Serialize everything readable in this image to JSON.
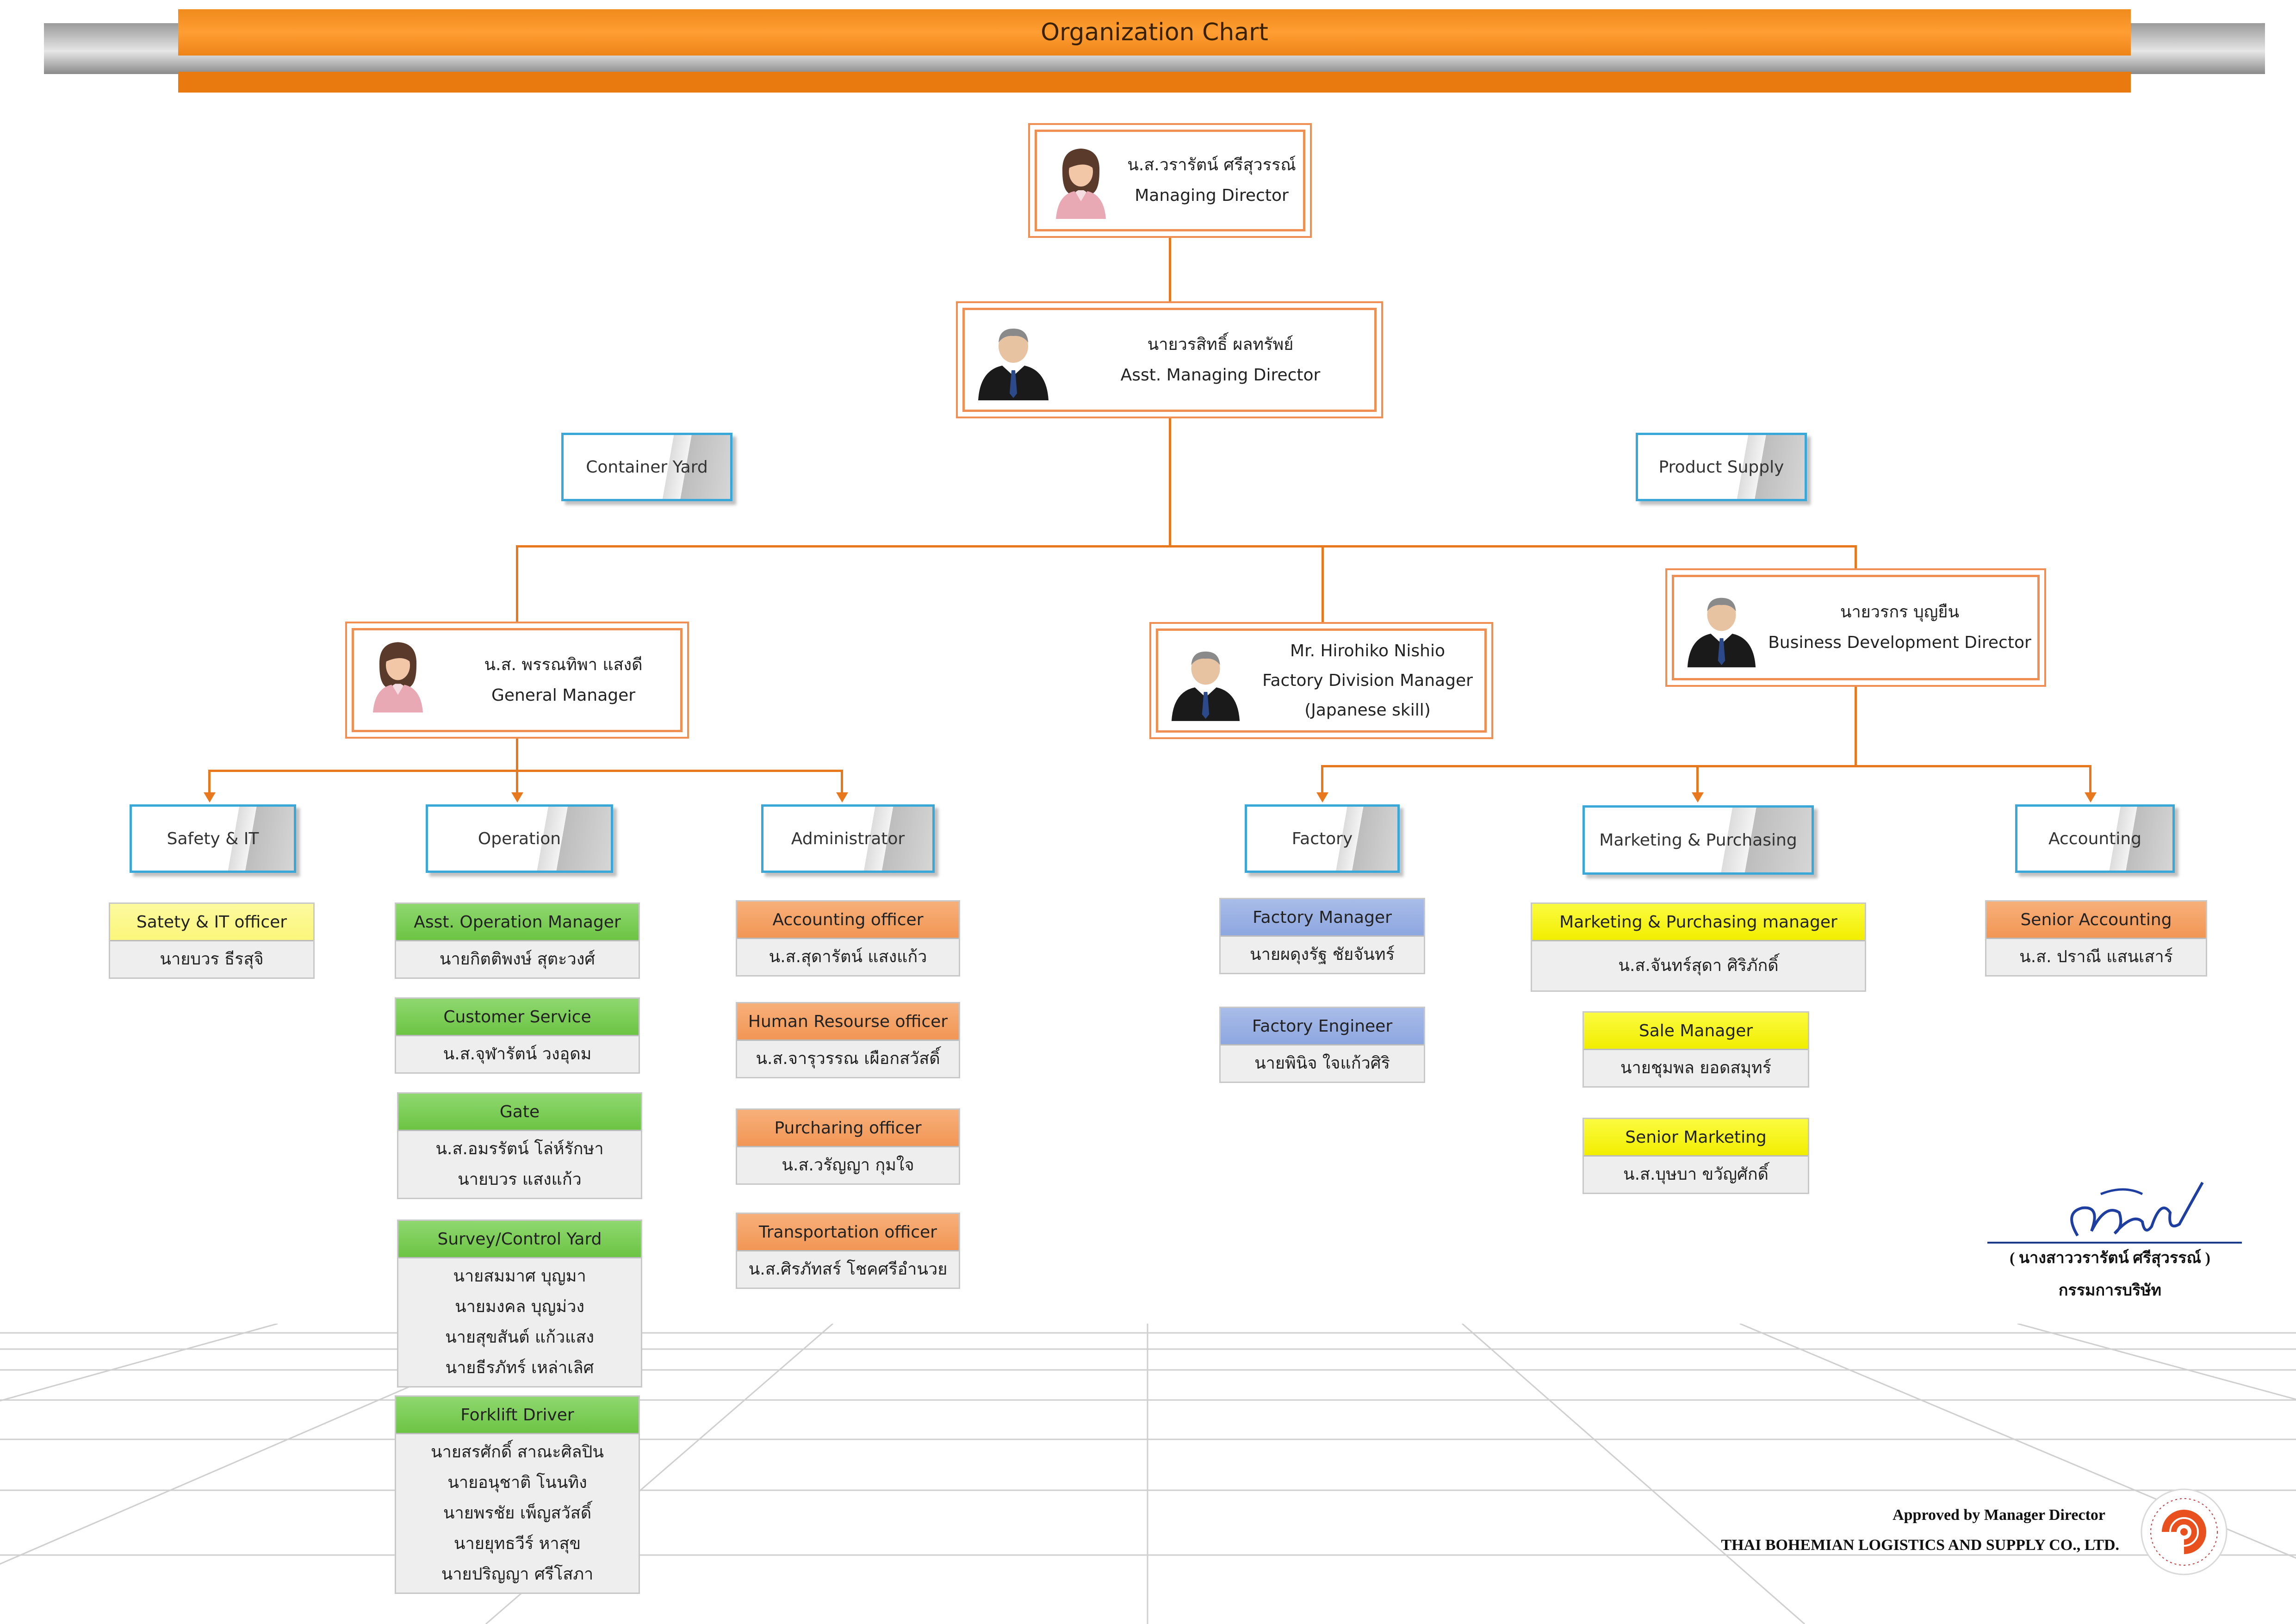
{
  "header": {
    "title": "Organization Chart"
  },
  "top": [
    {
      "name": "น.ส.วรารัตน์ ศรีสุวรรณ์",
      "role": "Managing Director",
      "avatar": "female-avatar-icon"
    },
    {
      "name": "นายวรสิทธิ์ ผลทรัพย์",
      "role": "Asst. Managing Director",
      "avatar": "male-avatar-icon"
    }
  ],
  "side_units": {
    "left": "Container Yard",
    "right": "Product Supply"
  },
  "managers": {
    "general": {
      "name": "น.ส. พรรณทิพา  แสงดี",
      "role": "General Manager"
    },
    "factory": {
      "name": "Mr. Hirohiko Nishio",
      "role": "Factory Division Manager",
      "note": "(Japanese skill)"
    },
    "business": {
      "name": "นายวรกร บุญยืน",
      "role": "Business Development Director"
    }
  },
  "departments": {
    "safety": "Safety & IT",
    "operation": "Operation",
    "administrator": "Administrator",
    "factory": "Factory",
    "marketing": "Marketing & Purchasing",
    "accounting": "Accounting"
  },
  "cards": {
    "safety": [
      {
        "title": "Satety & IT officer",
        "people": [
          "นายบวร  ธีรสุจิ"
        ]
      }
    ],
    "operation": [
      {
        "title": "Asst. Operation Manager",
        "people": [
          "นายกิตติพงษ์  สุตะวงศ์"
        ]
      },
      {
        "title": "Customer Service",
        "people": [
          "น.ส.จุฬารัตน์  วงอุดม"
        ]
      },
      {
        "title": "Gate",
        "people": [
          "น.ส.อมรรัตน์ โล่ห์รักษา",
          "นายบวร แสงแก้ว"
        ]
      },
      {
        "title": "Survey/Control Yard",
        "people": [
          "นายสมมาศ บุญมา",
          "นายมงคล บุญม่วง",
          "นายสุขสันต์ แก้วแสง",
          "นายธีรภัทร์ เหล่าเลิศ"
        ]
      },
      {
        "title": "Forklift Driver",
        "people": [
          "นายสรศักดิ์ สาณะศิลปิน",
          "นายอนุชาติ โนนทิง",
          "นายพรชัย เพ็ญสวัสดิ์",
          "นายยุทธวีร์ หาสุข",
          "นายปริญญา ศรีโสภา"
        ]
      }
    ],
    "administrator": [
      {
        "title": "Accounting officer",
        "people": [
          "น.ส.สุดารัตน์ แสงแก้ว"
        ]
      },
      {
        "title": "Human Resourse officer",
        "people": [
          "น.ส.จารุวรรณ เผือกสวัสดิ์"
        ]
      },
      {
        "title": "Purcharing officer",
        "people": [
          "น.ส.วรัญญา กุมใจ"
        ]
      },
      {
        "title": "Transportation officer",
        "people": [
          "น.ส.ศิรภัทสร์ โชคศรีอำนวย"
        ]
      }
    ],
    "factory": [
      {
        "title": "Factory Manager",
        "people": [
          "นายผดุงรัฐ  ชัยจันทร์"
        ]
      },
      {
        "title": "Factory Engineer",
        "people": [
          "นายพินิจ  ใจแก้วศิริ"
        ]
      }
    ],
    "marketing": [
      {
        "title": "Marketing  & Purchasing manager",
        "people": [
          "น.ส.จันทร์สุดา ศิริภักดิ์"
        ]
      },
      {
        "title": "Sale Manager",
        "people": [
          "นายชุมพล  ยอดสมุทร์"
        ]
      },
      {
        "title": "Senior Marketing",
        "people": [
          "น.ส.บุษบา ขวัญศักดิ์"
        ]
      }
    ],
    "accounting": [
      {
        "title": "Senior Accounting",
        "people": [
          "น.ส. ปราณี  แสนเสาร์"
        ]
      }
    ]
  },
  "signature": {
    "name": "( นางสาววรารัตน์ ศรีสุวรรณ์ )",
    "title": "กรรมการบริษัท"
  },
  "footer": {
    "approved": "Approved  by Manager Director",
    "company": "THAI BOHEMIAN LOGISTICS AND SUPPLY CO., LTD."
  },
  "colors": {
    "orange": "#f08a1c",
    "dept_border": "#39a7d8",
    "line": "#e8781e"
  }
}
